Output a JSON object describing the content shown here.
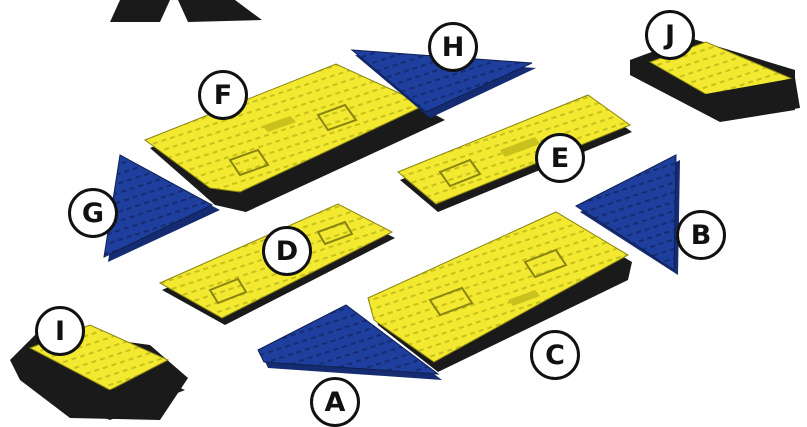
{
  "colors": {
    "yellow": "#f2e930",
    "yellow_dark": "#c9c11c",
    "blue": "#1f3f9e",
    "blue_dark": "#152c72",
    "black": "#1a1a1a",
    "outline": "#111111"
  },
  "labels": {
    "a": "A",
    "b": "B",
    "c": "C",
    "d": "D",
    "e": "E",
    "f": "F",
    "g": "G",
    "h": "H",
    "i": "I",
    "j": "J"
  }
}
